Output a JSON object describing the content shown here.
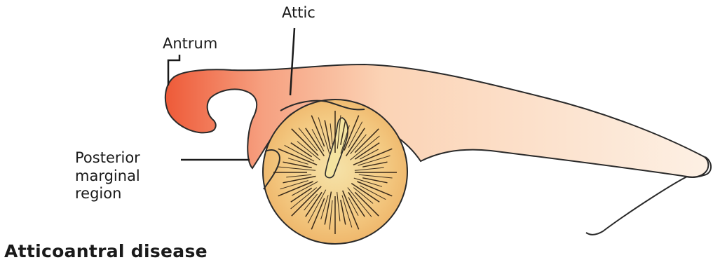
{
  "labels": {
    "attic": "Attic",
    "antrum": "Antrum",
    "posterior_line1": "Posterior",
    "posterior_line2": "marginal",
    "posterior_line3": "region"
  },
  "caption": "Atticoantral disease",
  "colors": {
    "antrum_fill": "#f06a48",
    "canal_fill": "#fbd9bd",
    "canal_tip": "#fdeee2",
    "drum_fill": "#f5c77c",
    "drum_center": "#f2e0a0",
    "outline": "#2a2a2a"
  }
}
